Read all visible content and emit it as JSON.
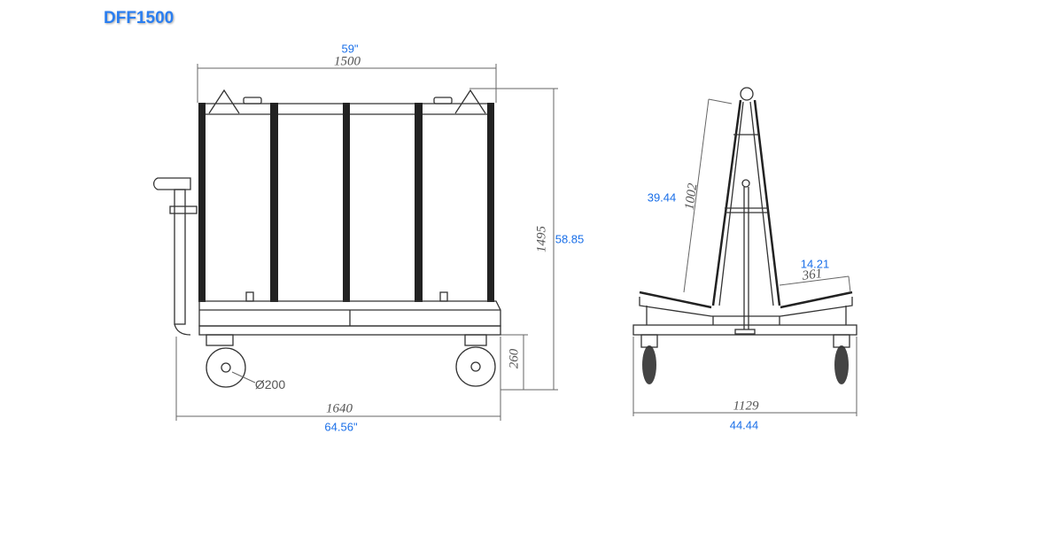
{
  "title": "DFF1500",
  "side_view": {
    "width_in": "59\"",
    "width_mm": "1500",
    "height_mm": "1495",
    "height_in": "58.85",
    "wheel_height_mm": "260",
    "wheel_diameter": "Ø200",
    "length_mm": "1640",
    "length_in": "64.56\""
  },
  "end_view": {
    "frame_in": "39.44",
    "frame_mm": "1002",
    "wing_in": "14.21",
    "wing_mm": "361",
    "width_mm": "1129",
    "width_in": "44.44"
  }
}
